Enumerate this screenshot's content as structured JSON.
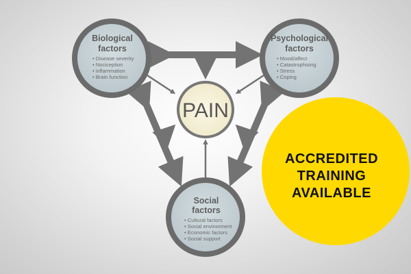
{
  "center": {
    "label": "PAIN"
  },
  "biological": {
    "title_line1": "Biological",
    "title_line2": "factors",
    "items": [
      "Disease severity",
      "Nociception",
      "inflammation",
      "Brain function"
    ]
  },
  "psychological": {
    "title_line1": "Psychological",
    "title_line2": "factors",
    "items": [
      "Mood/affect",
      "Catastrophising",
      "Stress",
      "Coping"
    ]
  },
  "social": {
    "title_line1": "Social",
    "title_line2": "factors",
    "items": [
      "Cultural factors",
      "Social environment",
      "Economic factors",
      "Social support"
    ]
  },
  "badge": {
    "line1": "ACCREDITED",
    "line2": "TRAINING",
    "line3": "AVAILABLE",
    "color": "#ffd900"
  },
  "colors": {
    "arrow": "#737373",
    "factor_fill": "#c8d4d8",
    "pain_fill": "#f5f0d6"
  }
}
